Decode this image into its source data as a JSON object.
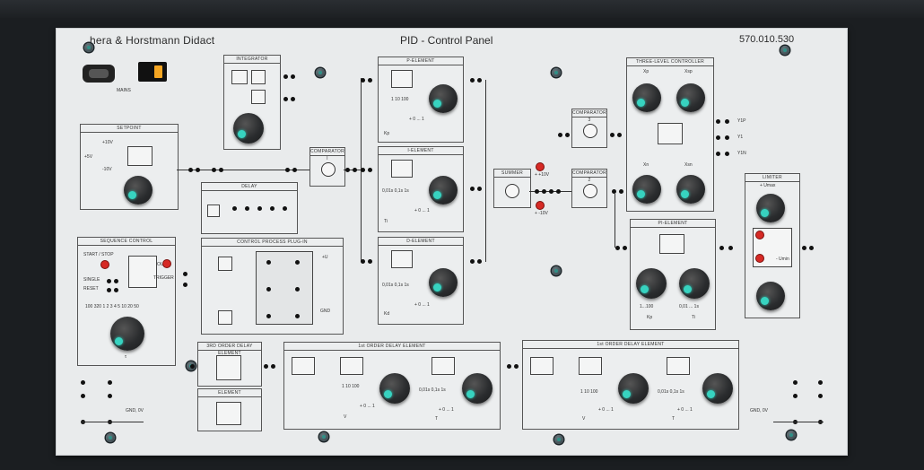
{
  "header": {
    "brand": "hera & Horstmann Didact",
    "title": "PID - Control Panel",
    "part_number": "570.010.530"
  },
  "mains": {
    "label": "MAINS"
  },
  "modules": {
    "integrator": "INTEGRATOR",
    "setpoint": "SETPOINT",
    "comparator1": "COMPARATOR I",
    "p_element": "P-ELEMENT",
    "i_element": "I-ELEMENT",
    "d_element": "D-ELEMENT",
    "summer": "SUMMER",
    "comparator2": "COMPARATOR 2",
    "comparator3": "COMPARATOR 3",
    "three_level": "THREE-LEVEL CONTROLLER",
    "pi_element": "PI-ELEMENT",
    "limiter": "LIMITER",
    "delay": "DELAY",
    "sequence_control": "SEQUENCE CONTROL",
    "control_process": "CONTROL PROCESS PLUG-IN",
    "second_order": "3RD ORDER DELAY ELEMENT",
    "element": "ELEMENT",
    "first_order_1": "1st ORDER DELAY ELEMENT",
    "first_order_2": "1st ORDER DELAY ELEMENT"
  },
  "labels": {
    "setpoint_p10": "+10V",
    "setpoint_p5": "+5V",
    "setpoint_m10": "-10V",
    "plus10v": "+ +10V",
    "minus10v": "+ -10V",
    "start_stop": "START / STOP",
    "single": "SINGLE",
    "reset": "RESET",
    "out": "OUT",
    "trigger": "TRIGGER",
    "gnd": "GND",
    "plus_u": "+U",
    "gnd_left": "GND, 0V",
    "gnd_right": "GND, 0V",
    "y1p": "Y1P",
    "y1": "Y1",
    "y1n": "Y1N",
    "kp": "Kp",
    "ti": "Ti",
    "kd": "Kd",
    "range_10_100": "1  10  100",
    "range_0_1": "+ 0 ... 1",
    "scale_001": "0,01s  0,1s  1s",
    "seq_dial": "100  320  1 2 3 4 5 10 20 50",
    "pi_kp": "1...100",
    "pi_ti": "0,01 ... 1s",
    "tau": "τ",
    "v": "V",
    "t": "T",
    "xp": "Xp",
    "xsp": "Xsp",
    "xn": "Xn",
    "xsn": "Xsn",
    "umax": "+ Umax",
    "umin": "- Umin"
  }
}
